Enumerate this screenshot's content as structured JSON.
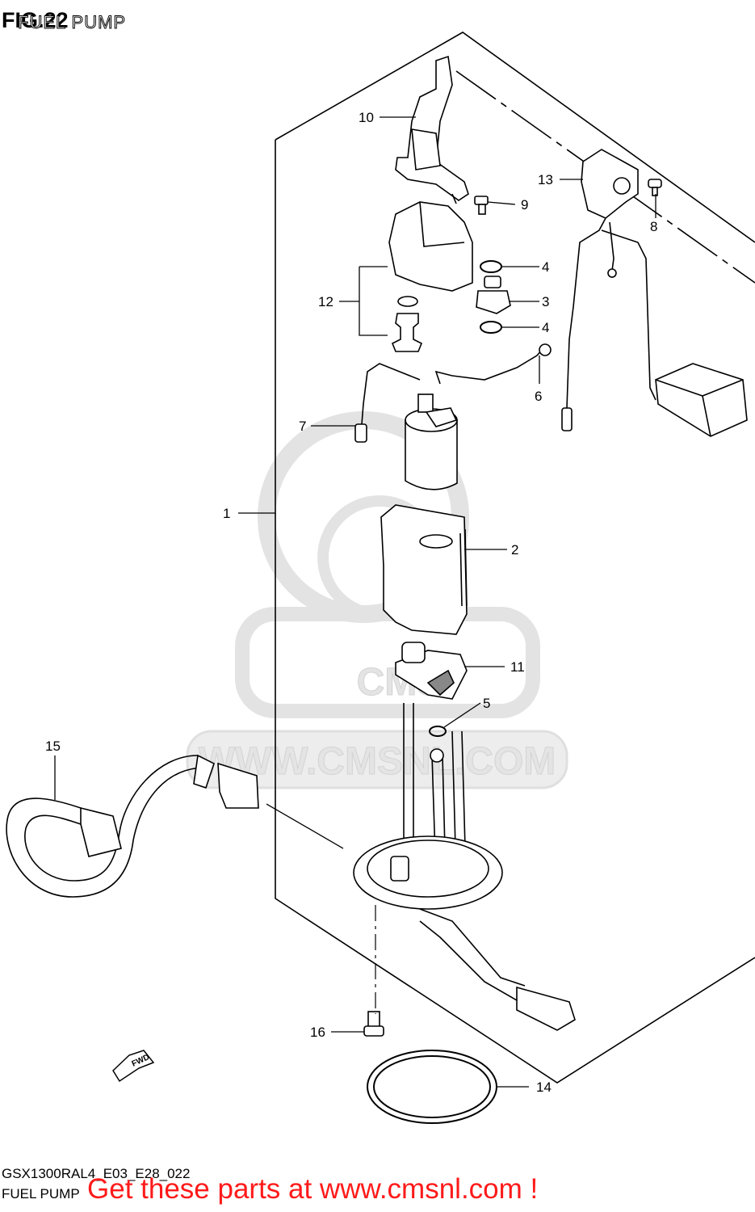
{
  "figure": {
    "title": "FIG.22",
    "subtitle": "FUEL PUMP"
  },
  "callouts": [
    {
      "id": "1",
      "label": "1"
    },
    {
      "id": "2",
      "label": "2"
    },
    {
      "id": "3",
      "label": "3"
    },
    {
      "id": "4a",
      "label": "4"
    },
    {
      "id": "4b",
      "label": "4"
    },
    {
      "id": "5",
      "label": "5"
    },
    {
      "id": "6",
      "label": "6"
    },
    {
      "id": "7",
      "label": "7"
    },
    {
      "id": "8",
      "label": "8"
    },
    {
      "id": "9",
      "label": "9"
    },
    {
      "id": "10",
      "label": "10"
    },
    {
      "id": "11",
      "label": "11"
    },
    {
      "id": "12",
      "label": "12"
    },
    {
      "id": "13",
      "label": "13"
    },
    {
      "id": "14",
      "label": "14"
    },
    {
      "id": "15",
      "label": "15"
    },
    {
      "id": "16",
      "label": "16"
    }
  ],
  "watermark": {
    "text": "WWW.CMSNL.COM",
    "logo_text": "CMS"
  },
  "fwd_marker": "FWD",
  "footer": {
    "model_code": "GSX1300RAL4_E03_E28_022",
    "section_name": "FUEL PUMP",
    "promo": "Get these parts at www.cmsnl.com !"
  },
  "colors": {
    "line": "#000000",
    "watermark": "#d8d8d8",
    "promo": "#ff1a1a"
  }
}
